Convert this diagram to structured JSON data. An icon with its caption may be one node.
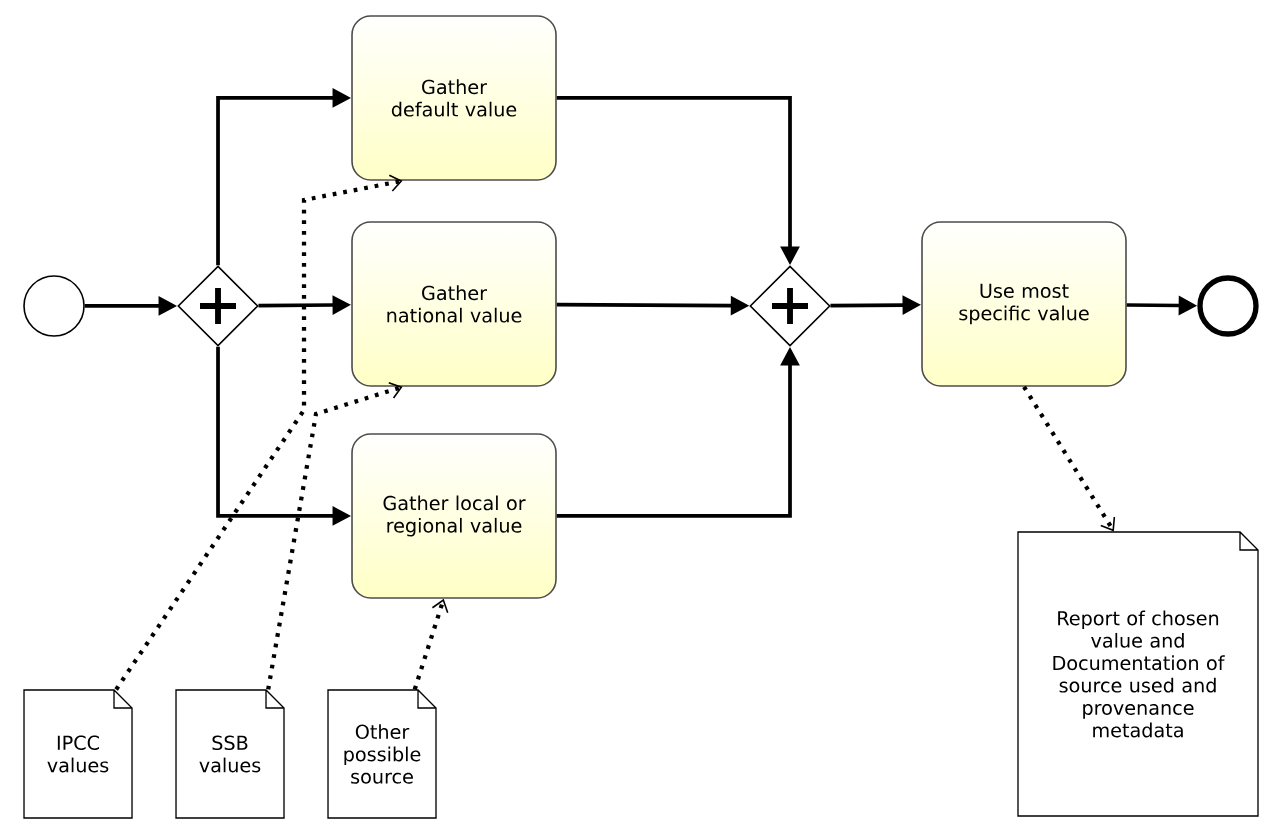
{
  "diagram": {
    "nodes": [
      {
        "text": [],
        "shape": "circle"
      },
      {
        "text": [],
        "shape": "diamond"
      },
      {
        "text": [
          "Gather default value"
        ]
      },
      {
        "text": [
          "Gather national value"
        ]
      },
      {
        "text": [
          "Gather local or regional value"
        ]
      },
      {
        "text": [],
        "shape": "diamond"
      },
      {
        "text": [
          "Use most specific value"
        ]
      },
      {
        "text": [],
        "shape": "circle"
      },
      {
        "text": [
          "IPCC values"
        ]
      },
      {
        "text": [
          "SSB values"
        ]
      },
      {
        "text": [
          "Other possible source"
        ]
      },
      {
        "text": [
          "Report of chosen value and Documentation of source used and provenance metadata"
        ]
      }
    ],
    "edges": [
      {
        "from": 0,
        "to": 1,
        "arrow": "to"
      },
      {
        "from": 1,
        "to": 2,
        "arrow": "to"
      },
      {
        "from": 1,
        "to": 3,
        "arrow": "to"
      },
      {
        "from": 1,
        "to": 4,
        "arrow": "to"
      },
      {
        "from": 2,
        "to": 5,
        "arrow": "to"
      },
      {
        "from": 3,
        "to": 5,
        "arrow": "to"
      },
      {
        "from": 4,
        "to": 5,
        "arrow": "to"
      },
      {
        "from": 5,
        "to": 6,
        "arrow": "to"
      },
      {
        "from": 6,
        "to": 7,
        "arrow": "to"
      },
      {
        "from": 8,
        "to": 2,
        "arrow": "to",
        "style": "dashed"
      },
      {
        "from": 9,
        "to": 3,
        "arrow": "to",
        "style": "dashed"
      },
      {
        "from": 10,
        "to": 4,
        "arrow": "to",
        "style": "dashed"
      },
      {
        "from": 6,
        "to": 11,
        "arrow": "to",
        "style": "dashed"
      }
    ]
  }
}
